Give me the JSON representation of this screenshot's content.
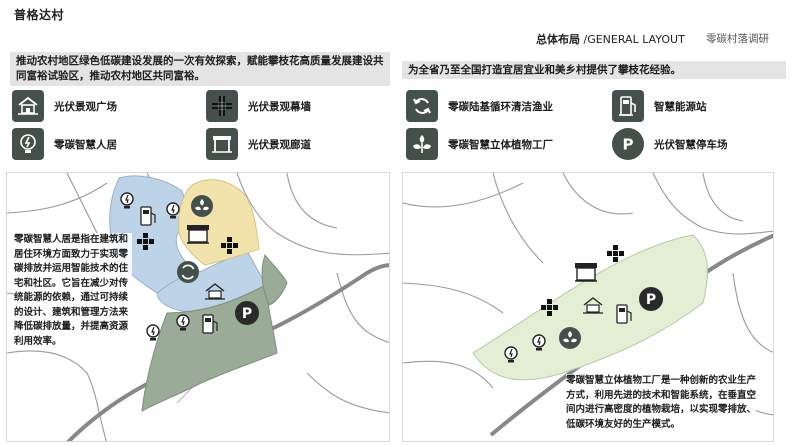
{
  "header": {
    "village_name": "普格达村",
    "layout_title_cn": "总体布局",
    "layout_title_en": "/GENERAL LAYOUT",
    "layout_subtitle": "零碳村落调研"
  },
  "intro": {
    "left": "推动农村地区绿色低碳建设发展的一次有效探索，赋能攀枝花高质量发展建设共同富裕试验区，推动农村地区共同富裕。",
    "right": "为全省乃至全国打造宜居宜业和美乡村提供了攀枝花经验。"
  },
  "legend_left": [
    {
      "label": "光伏景观广场",
      "icon": "pavilion-icon"
    },
    {
      "label": "光伏景观幕墙",
      "icon": "solar-panel-icon"
    },
    {
      "label": "零碳智慧人居",
      "icon": "smart-bulb-icon"
    },
    {
      "label": "光伏景观廊道",
      "icon": "corridor-icon"
    }
  ],
  "legend_right": [
    {
      "label": "零碳陆基循环清洁渔业",
      "icon": "recycle-icon"
    },
    {
      "label": "智慧能源站",
      "icon": "charging-station-icon"
    },
    {
      "label": "零碳智慧立体植物工厂",
      "icon": "plant-icon"
    },
    {
      "label": "光伏智慧停车场",
      "icon": "parking-icon"
    }
  ],
  "descriptions": {
    "left": "零碳智慧人居是指在建筑和居住环境方面致力于实现零碳排放并运用智能技术的住宅和社区。它旨在减少对传统能源的依赖，通过可持续的设计、建筑和管理方法来降低碳排放量，并提高资源利用效率。",
    "right": "零碳智慧立体植物工厂是一种创新的农业生产方式，利用先进的技术和智能系统，在垂直空间内进行高密度的植物栽培，以实现零排放、低碳环境友好的生产模式。"
  },
  "colors": {
    "icon_bg": "#44504a",
    "zone_blue": "#bcd3e8",
    "zone_yellow": "#f2e3ad",
    "zone_dark_green": "#9aab98",
    "zone_light_green": "#e3efd5",
    "road": "#8a8a8a",
    "intro_bg": "#e4e4e4"
  },
  "parking_glyph": "P"
}
